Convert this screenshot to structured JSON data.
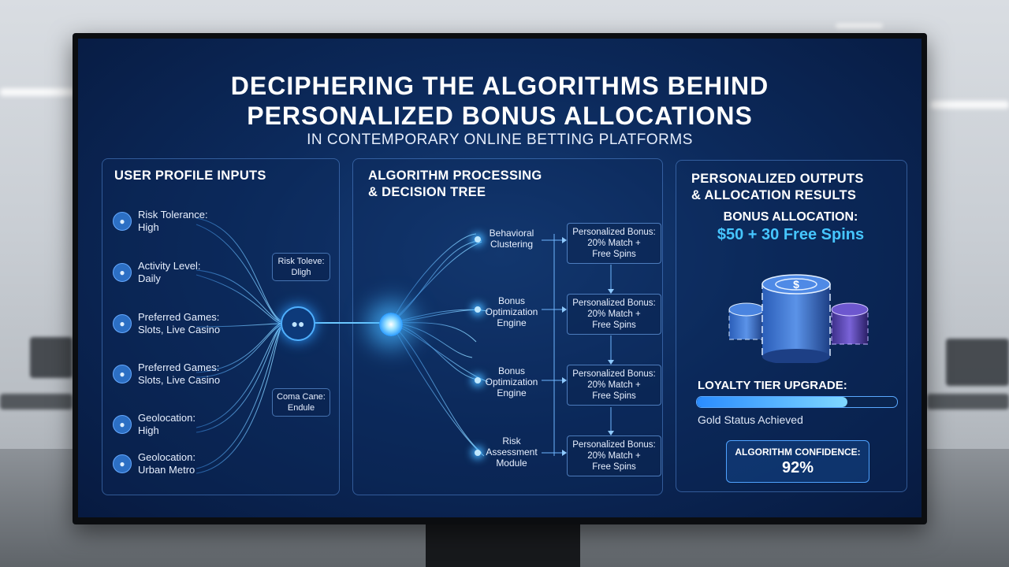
{
  "headline": {
    "line1": "DECIPHERING THE ALGORITHMS BEHIND",
    "line2": "PERSONALIZED BONUS ALLOCATIONS",
    "subtitle": "IN CONTEMPORARY ONLINE BETTING PLATFORMS"
  },
  "inputs_panel": {
    "title": "USER PROFILE INPUTS",
    "items": [
      {
        "label": "Risk Tolerance:",
        "value": "High"
      },
      {
        "label": "Activity Level:",
        "value": "Daily"
      },
      {
        "label": "Preferred Games:",
        "value": "Slots, Live Casino"
      },
      {
        "label": "Preferred Games:",
        "value": "Slots, Live Casino"
      },
      {
        "label": "Geolocation:",
        "value": "High"
      },
      {
        "label": "Geolocation:",
        "value": "Urban Metro"
      }
    ],
    "tag_top": {
      "line1": "Risk Toleve:",
      "line2": "Dligh"
    },
    "tag_bottom": {
      "line1": "Coma Cane:",
      "line2": "Endule"
    }
  },
  "processing_panel": {
    "title_line1": "ALGORITHM PROCESSING",
    "title_line2": "& DECISION TREE",
    "nodes": [
      {
        "line1": "Behavioral",
        "line2": "Clustering",
        "line3": ""
      },
      {
        "line1": "Bonus",
        "line2": "Optimization",
        "line3": "Engine"
      },
      {
        "line1": "Bonus",
        "line2": "Optimization",
        "line3": "Engine"
      },
      {
        "line1": "Risk",
        "line2": "Assessment",
        "line3": "Module"
      }
    ],
    "outputs": [
      {
        "line1": "Personalized Bonus:",
        "line2": "20% Match +",
        "line3": "Free Spins"
      },
      {
        "line1": "Personalized Bonus:",
        "line2": "20% Match +",
        "line3": "Free Spins"
      },
      {
        "line1": "Personalized Bonus:",
        "line2": "20% Match +",
        "line3": "Free Spins"
      },
      {
        "line1": "Personalized Bonus:",
        "line2": "20% Match +",
        "line3": "Free Spins"
      }
    ]
  },
  "results_panel": {
    "title_line1": "PERSONALIZED OUTPUTS",
    "title_line2": "& ALLOCATION RESULTS",
    "allocation_label": "BONUS ALLOCATION:",
    "allocation_value": "$50 + 30 Free Spins",
    "chip_symbol": "$",
    "loyalty_label": "LOYALTY TIER UPGRADE:",
    "loyalty_progress": 0.75,
    "loyalty_status": "Gold Status Achieved",
    "confidence_label": "ALGORITHM CONFIDENCE:",
    "confidence_value": "92%"
  },
  "icons": {
    "user": "user-icon",
    "group": "group-icon"
  },
  "colors": {
    "accent": "#46c6ff",
    "panel_border": "#4f8fe0",
    "screen_bg": "#0c2a5c"
  }
}
